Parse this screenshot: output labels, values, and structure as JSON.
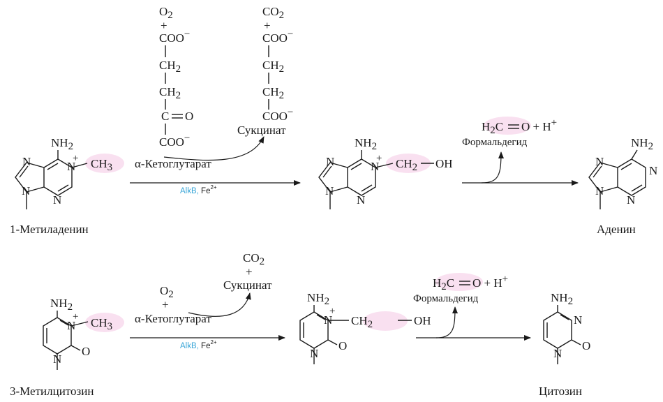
{
  "colors": {
    "ink": "#1a1a1a",
    "highlight": "#f6d3ea",
    "enzyme": "#3aa6d8"
  },
  "top": {
    "co_o2": "O",
    "co_plus1": "+",
    "co_coo1": "COO",
    "co_ch2a": "CH",
    "co_ch2b": "CH",
    "co_c": "C",
    "co_eq": "O",
    "co_coo2": "COO",
    "co_label": "α-Кетоглутарат",
    "suc_co2": "CO",
    "suc_plus": "+",
    "suc_coo1": "COO",
    "suc_ch2a": "CH",
    "suc_ch2b": "CH",
    "suc_coo2": "COO",
    "suc_label": "Сукцинат",
    "enzyme_name": "AlkB,",
    "enzyme_cofactor": "Fe",
    "charge_plus": "+",
    "charge_minus": "−",
    "cofactor_charge": "2+",
    "sub_2": "2",
    "sub_3": "3",
    "nh2": "NH",
    "ring_n": "N",
    "ch3": "CH",
    "hydroxy": "OH",
    "formaldehyde_formula": "H",
    "formaldehyde_c": "C",
    "formaldehyde_o": "O",
    "formaldehyde_h": "+ H",
    "formaldehyde_label": "Формальдегид",
    "substrate_label": "1-Метиладенин",
    "product_label": "Аденин"
  },
  "bottom": {
    "o2": "O",
    "plus1": "+",
    "co_label": "α-Кетоглутарат",
    "suc_co2": "CO",
    "suc_plus": "+",
    "suc_label": "Сукцинат",
    "enzyme_name": "AlkB,",
    "enzyme_cofactor": "Fe",
    "o_carbonyl": "O",
    "formaldehyde_label": "Формальдегид",
    "substrate_label": "3-Метилцитозин",
    "product_label": "Цитозин"
  }
}
